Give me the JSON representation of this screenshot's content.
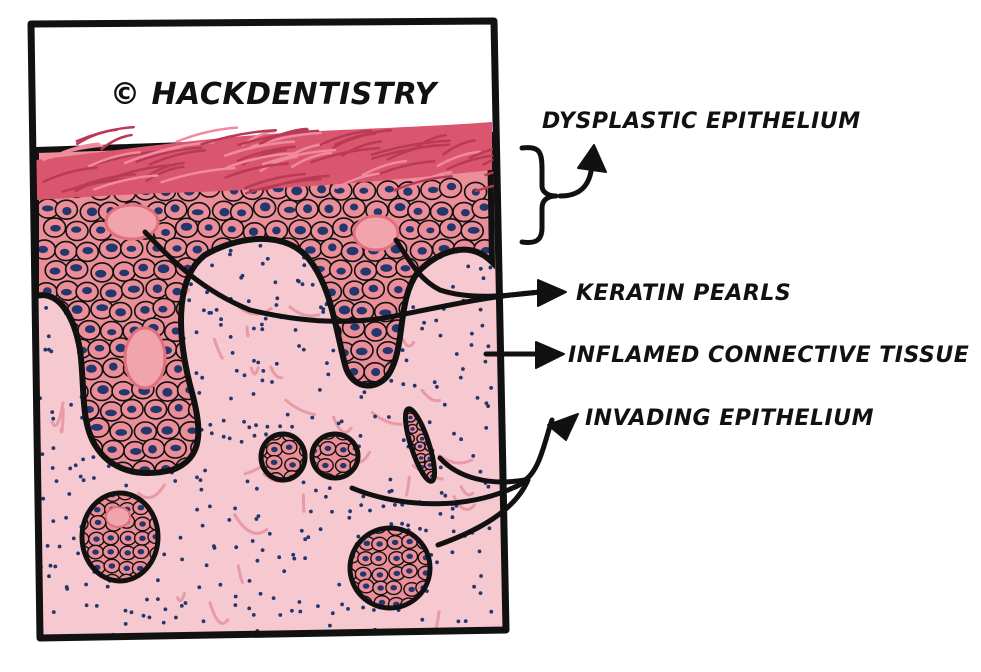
{
  "copyright": "© HACKDENTISTRY",
  "labels": {
    "dysplastic_epithelium": "DYSPLASTIC EPITHELIUM",
    "keratin_pearls": "KERATIN PEARLS",
    "inflamed_connective_tissue": "INFLAMED CONNECTIVE TISSUE",
    "invading_epithelium": "INVADING EPITHELIUM"
  },
  "colors": {
    "keratin": "#d9566e",
    "epithelium_cell": "#ec8e98",
    "nucleus": "#23376d",
    "connective_tissue": "#f6c8cf",
    "fiber": "#e79aa8",
    "pearl": "#f2a4ad",
    "outline": "#111111"
  }
}
